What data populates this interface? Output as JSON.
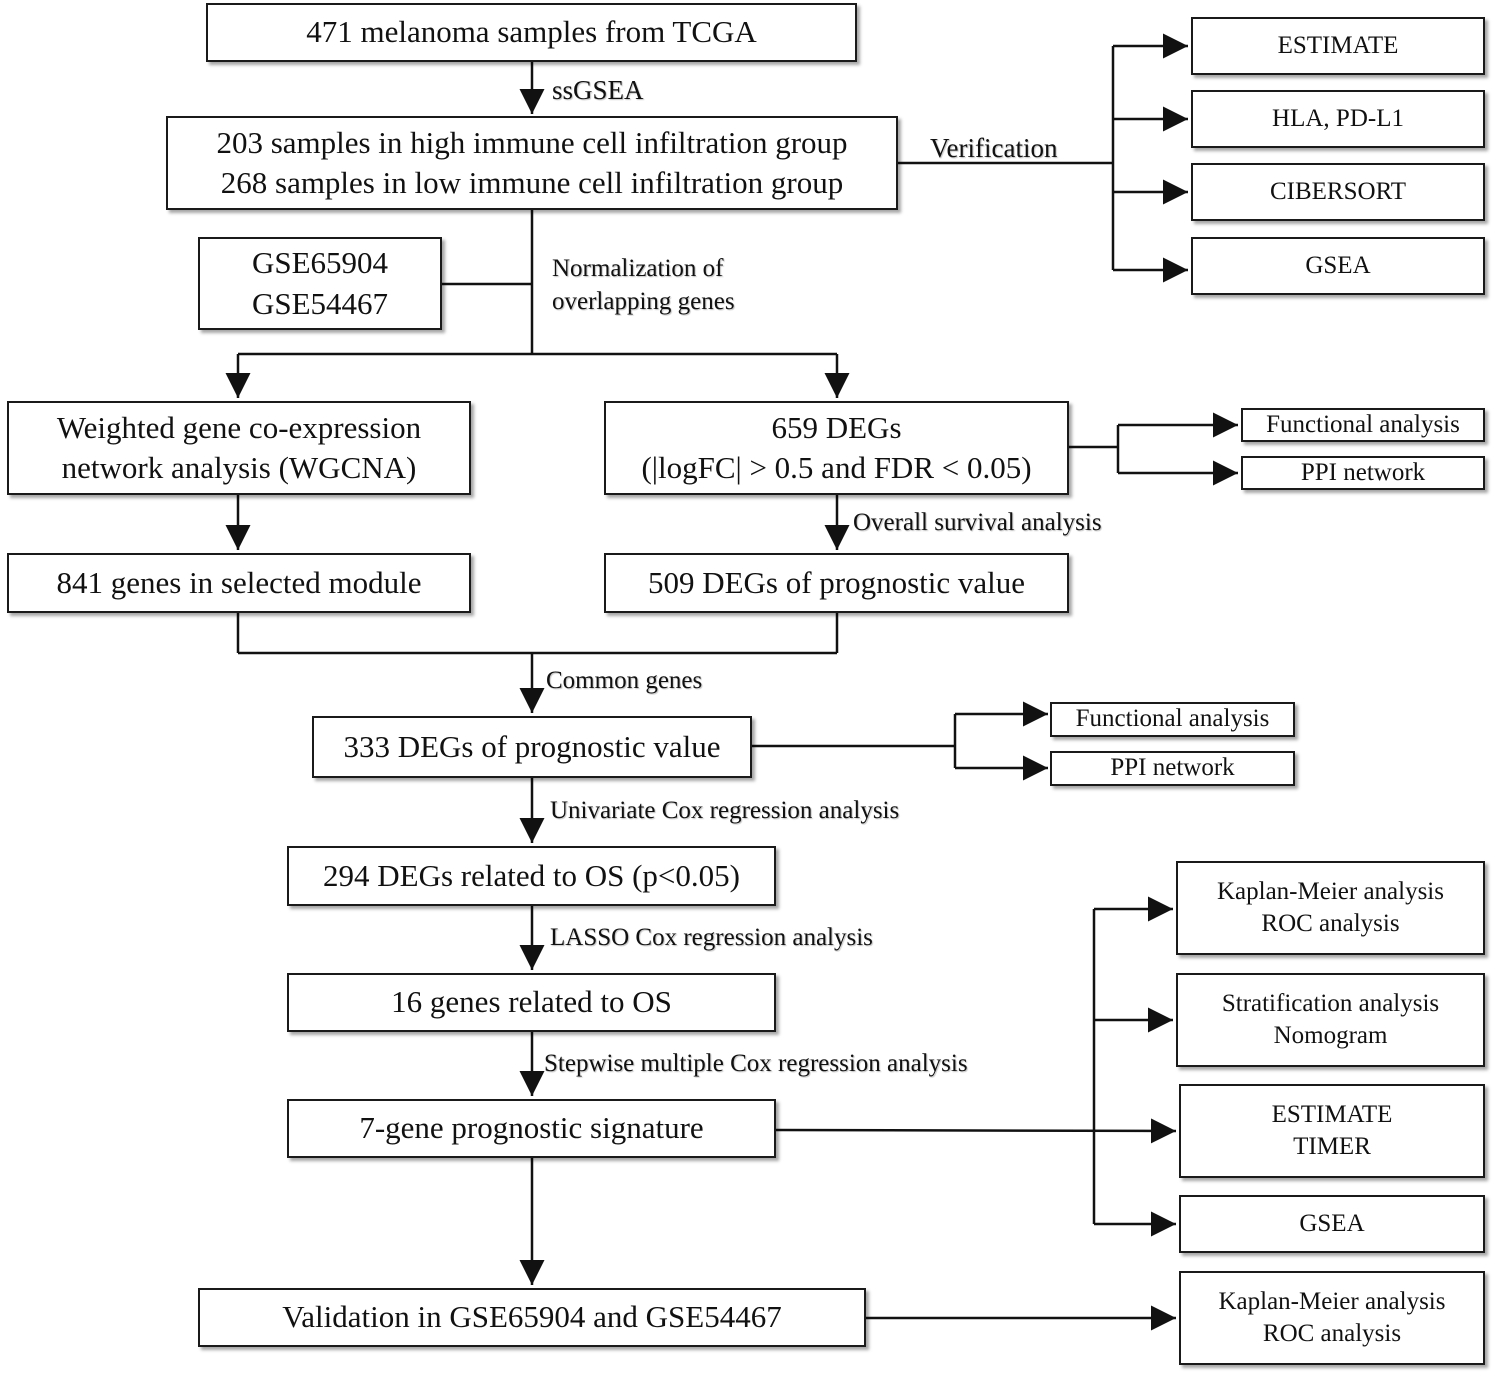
{
  "boxes": {
    "tcga": "471 melanoma samples from TCGA",
    "groups": [
      "203 samples in high immune cell infiltration group",
      "268 samples in low immune cell infiltration group"
    ],
    "geo": [
      "GSE65904",
      "GSE54467"
    ],
    "verify": [
      "ESTIMATE",
      "HLA, PD-L1",
      "CIBERSORT",
      "GSEA"
    ],
    "wgcna": [
      "Weighted gene co-expression",
      "network analysis (WGCNA)"
    ],
    "degs": [
      "659 DEGs",
      "(|logFC| > 0.5 and FDR < 0.05)"
    ],
    "degs_side": [
      "Functional analysis",
      "PPI  network"
    ],
    "module": "841 genes in selected module",
    "prog509": "509 DEGs of prognostic value",
    "prog333": "333 DEGs of prognostic value",
    "prog333_side": [
      "Functional analysis",
      "PPI  network"
    ],
    "os294": "294 DEGs related to OS (p<0.05)",
    "os16": "16 genes related to OS",
    "sig7": "7-gene prognostic signature",
    "sig_side": [
      [
        "Kaplan-Meier analysis",
        "ROC analysis"
      ],
      [
        "Stratification analysis",
        "Nomogram"
      ],
      [
        "ESTIMATE",
        "TIMER"
      ],
      [
        "GSEA"
      ]
    ],
    "validation": "Validation in GSE65904 and GSE54467",
    "validation_side": [
      "Kaplan-Meier analysis",
      "ROC analysis"
    ]
  },
  "labels": {
    "ssgsea": "ssGSEA",
    "verification": "Verification",
    "normalization": [
      "Normalization of",
      "overlapping genes"
    ],
    "overall_survival": "Overall survival analysis",
    "common_genes": "Common genes",
    "univariate": "Univariate Cox regression analysis",
    "lasso": "LASSO Cox regression analysis",
    "stepwise": "Stepwise multiple Cox regression analysis"
  }
}
